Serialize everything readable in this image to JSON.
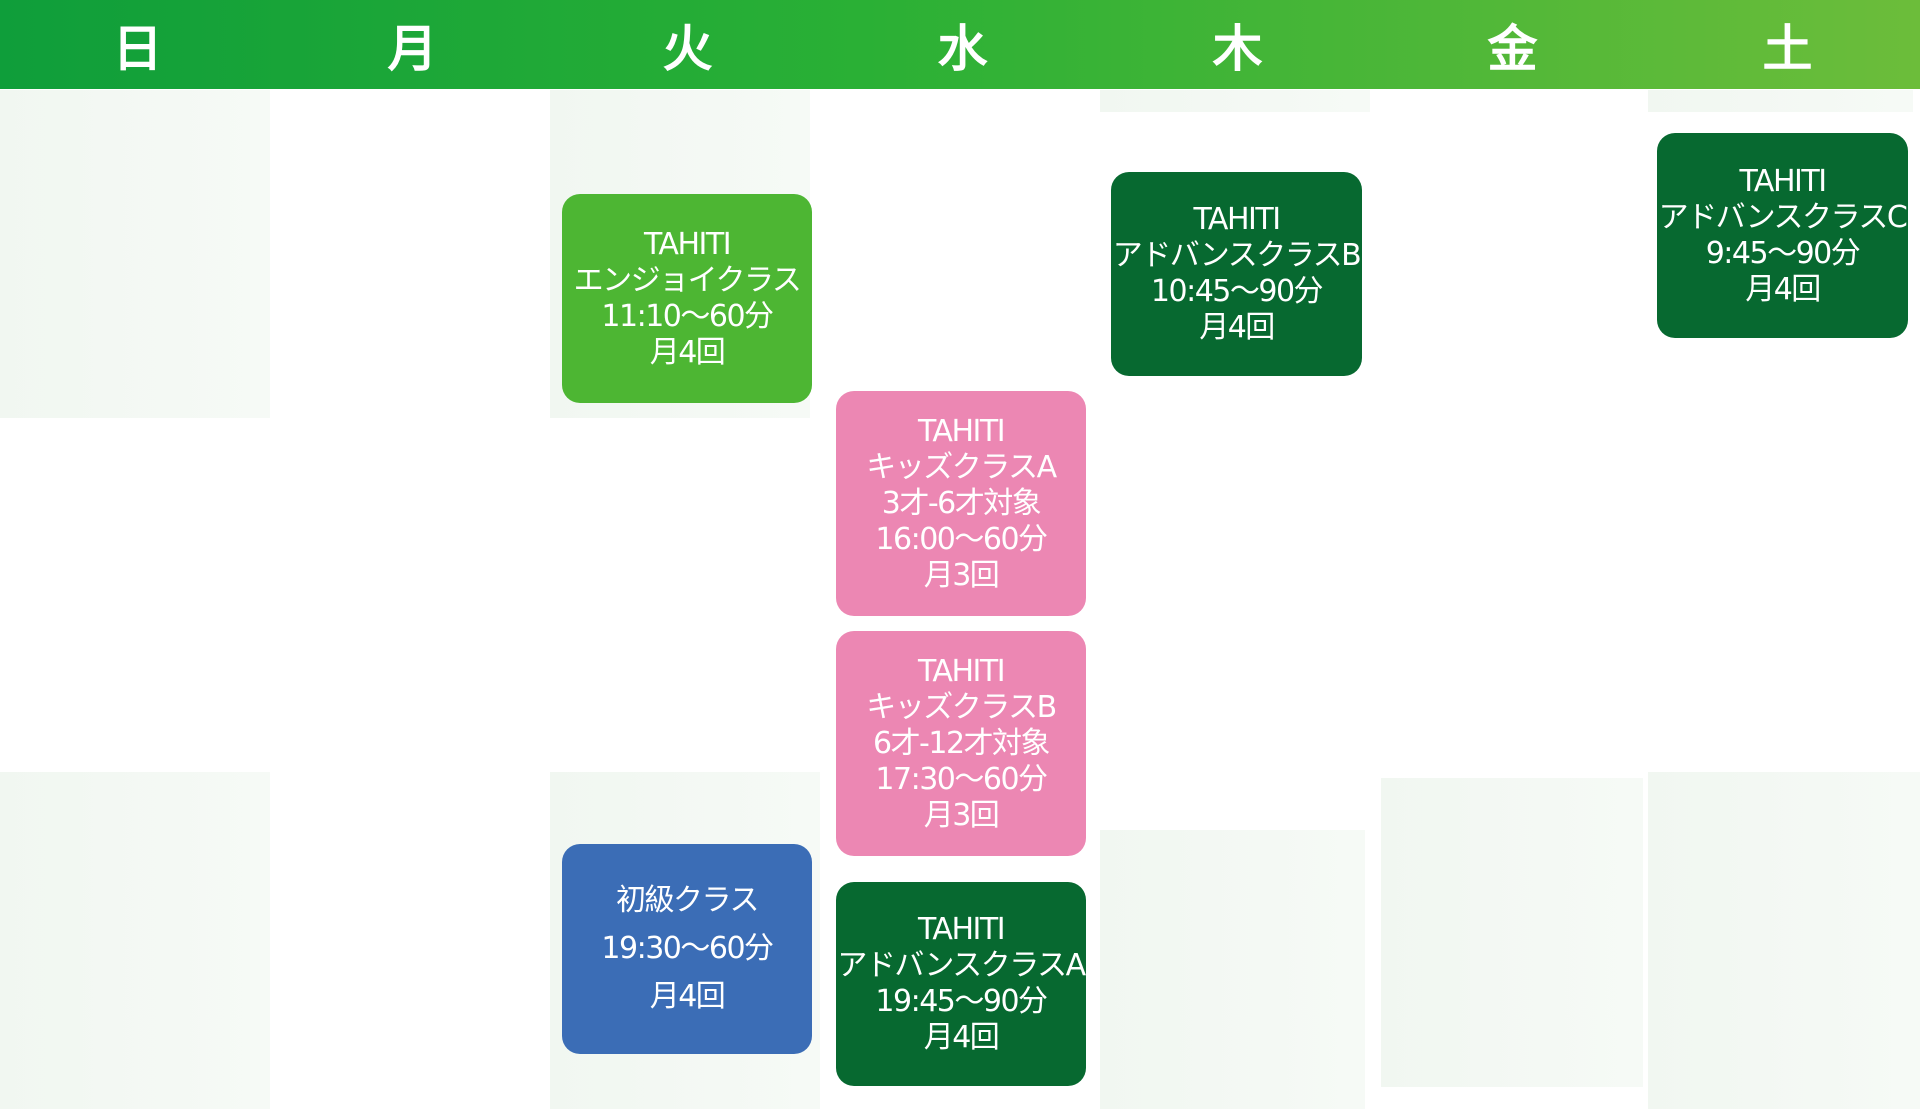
{
  "colors": {
    "header_start": "#0f9e3a",
    "header_end": "#6cbd3a",
    "light_green": "#4db633",
    "dark_green": "#076930",
    "pink": "#ec87b3",
    "blue": "#3b6db6"
  },
  "days": [
    "日",
    "月",
    "火",
    "水",
    "木",
    "金",
    "土"
  ],
  "classes": {
    "tue_enjoy": [
      "TAHITI",
      "エンジョイクラス",
      "11:10〜60分",
      "月4回"
    ],
    "tue_beginner": [
      "初級クラス",
      "19:30〜60分",
      "月4回"
    ],
    "wed_kids_a": [
      "TAHITI",
      "キッズクラスA",
      "3才-6才対象",
      "16:00〜60分",
      "月3回"
    ],
    "wed_kids_b": [
      "TAHITI",
      "キッズクラスB",
      "6才-12才対象",
      "17:30〜60分",
      "月3回"
    ],
    "wed_advance_a": [
      "TAHITI",
      "アドバンスクラスA",
      "19:45〜90分",
      "月4回"
    ],
    "thu_advance_b": [
      "TAHITI",
      "アドバンスクラスB",
      "10:45〜90分",
      "月4回"
    ],
    "sat_advance_c": [
      "TAHITI",
      "アドバンスクラスC",
      "9:45〜90分",
      "月4回"
    ]
  }
}
